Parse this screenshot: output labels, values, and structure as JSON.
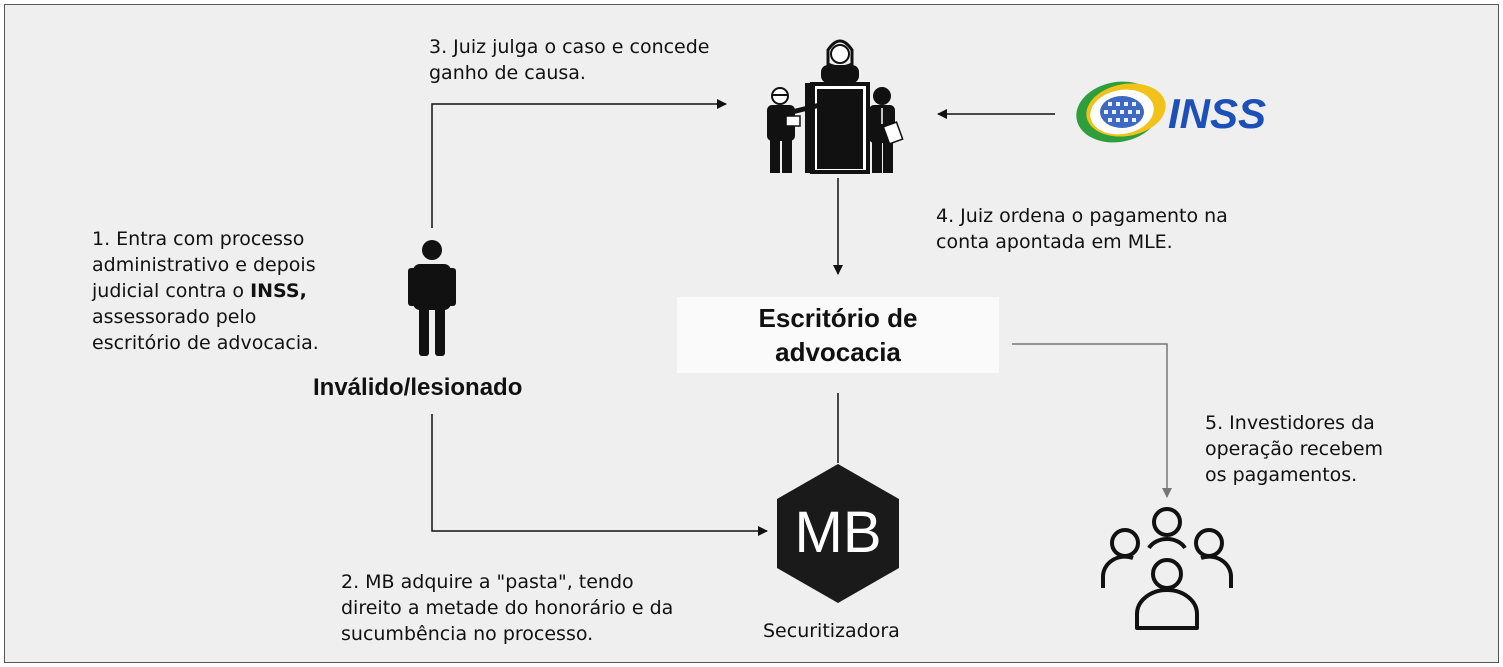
{
  "steps": {
    "step1": {
      "line1": "1. Entra com processo",
      "line2": "administrativo e depois",
      "line3_prefix": "judicial contra o ",
      "line3_bold": "INSS,",
      "line4": "assessorado pelo",
      "line5": "escritório de advocacia."
    },
    "step2": {
      "line1": "2. MB adquire a \"pasta\", tendo",
      "line2": "direito a metade do honorário e da",
      "line3": "sucumbência no processo."
    },
    "step3": {
      "line1": "3. Juiz julga o caso e concede",
      "line2": "ganho de causa."
    },
    "step4": {
      "line1": "4. Juiz ordena o pagamento na",
      "line2": "conta apontada em MLE."
    },
    "step5": {
      "line1": "5. Investidores da",
      "line2": "operação recebem",
      "line3": "os pagamentos."
    }
  },
  "nodes": {
    "person_label": "Inválido/lesionado",
    "office_line1": "Escritório de",
    "office_line2": "advocacia",
    "mb_logo_text": "MB",
    "securitizadora_label": "Securitizadora",
    "inss_logo_text": "INSS"
  },
  "colors": {
    "background": "#efefef",
    "arrow_dark": "#111111",
    "arrow_gray": "#777777",
    "inss_blue": "#1c4fb8",
    "inss_green": "#2e9e3c",
    "inss_yellow": "#f2c21b"
  },
  "icons": {
    "court": "courtroom-icon",
    "person": "person-icon",
    "investors": "group-of-people-icon",
    "mb": "mb-hexagon-logo",
    "inss": "inss-logo"
  }
}
